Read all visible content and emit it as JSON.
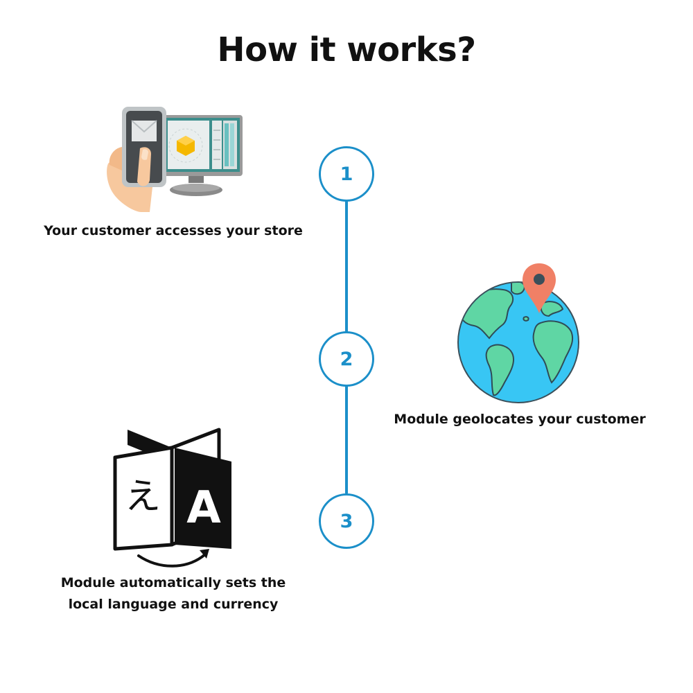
{
  "title": "How it works?",
  "steps": [
    {
      "number": "1",
      "caption_lines": [
        "Your customer accesses your store"
      ],
      "icon": "phone-computer-icon"
    },
    {
      "number": "2",
      "caption_lines": [
        "Module geolocates your customer"
      ],
      "icon": "globe-location-icon"
    },
    {
      "number": "3",
      "caption_lines": [
        "Module automatically sets the",
        "local language and currency"
      ],
      "icon": "translate-icon"
    }
  ],
  "translate_icon_glyphs": {
    "left": "え",
    "right": "A"
  },
  "colors": {
    "accent": "#1b8fc9",
    "ocean": "#38c6f4",
    "land": "#5fd6a4",
    "pin": "#f08066",
    "screen": "#3c8e8c",
    "hexagon": "#f5b800",
    "text": "#111111"
  }
}
